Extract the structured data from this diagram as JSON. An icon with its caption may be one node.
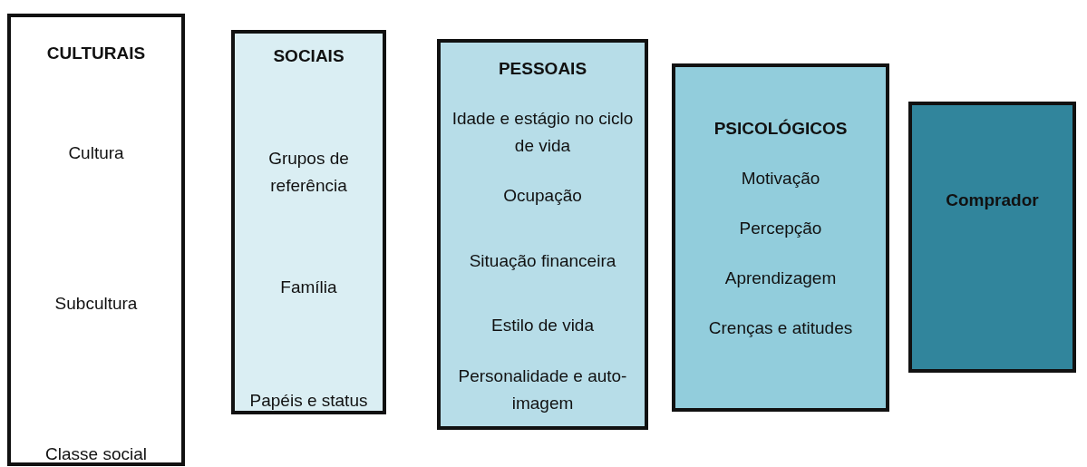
{
  "diagram": {
    "nodes": [
      {
        "text": [
          "CULTURAIS",
          "Cultura",
          "Subcultura",
          "Classe social"
        ]
      },
      {
        "text": [
          "SOCIAIS",
          "Grupos de referência",
          "Família",
          "Papéis e status"
        ]
      },
      {
        "text": [
          "PESSOAIS",
          "Idade e estágio no ciclo de vida",
          "Ocupação",
          "Situação financeira",
          "Estilo de vida",
          "Personalidade e auto-imagem"
        ]
      },
      {
        "text": [
          "PSICOLÓGICOS",
          "Motivação",
          "Percepção",
          "Aprendizagem",
          "Crenças e atitudes"
        ]
      },
      {
        "text": [
          "Comprador"
        ]
      }
    ]
  }
}
